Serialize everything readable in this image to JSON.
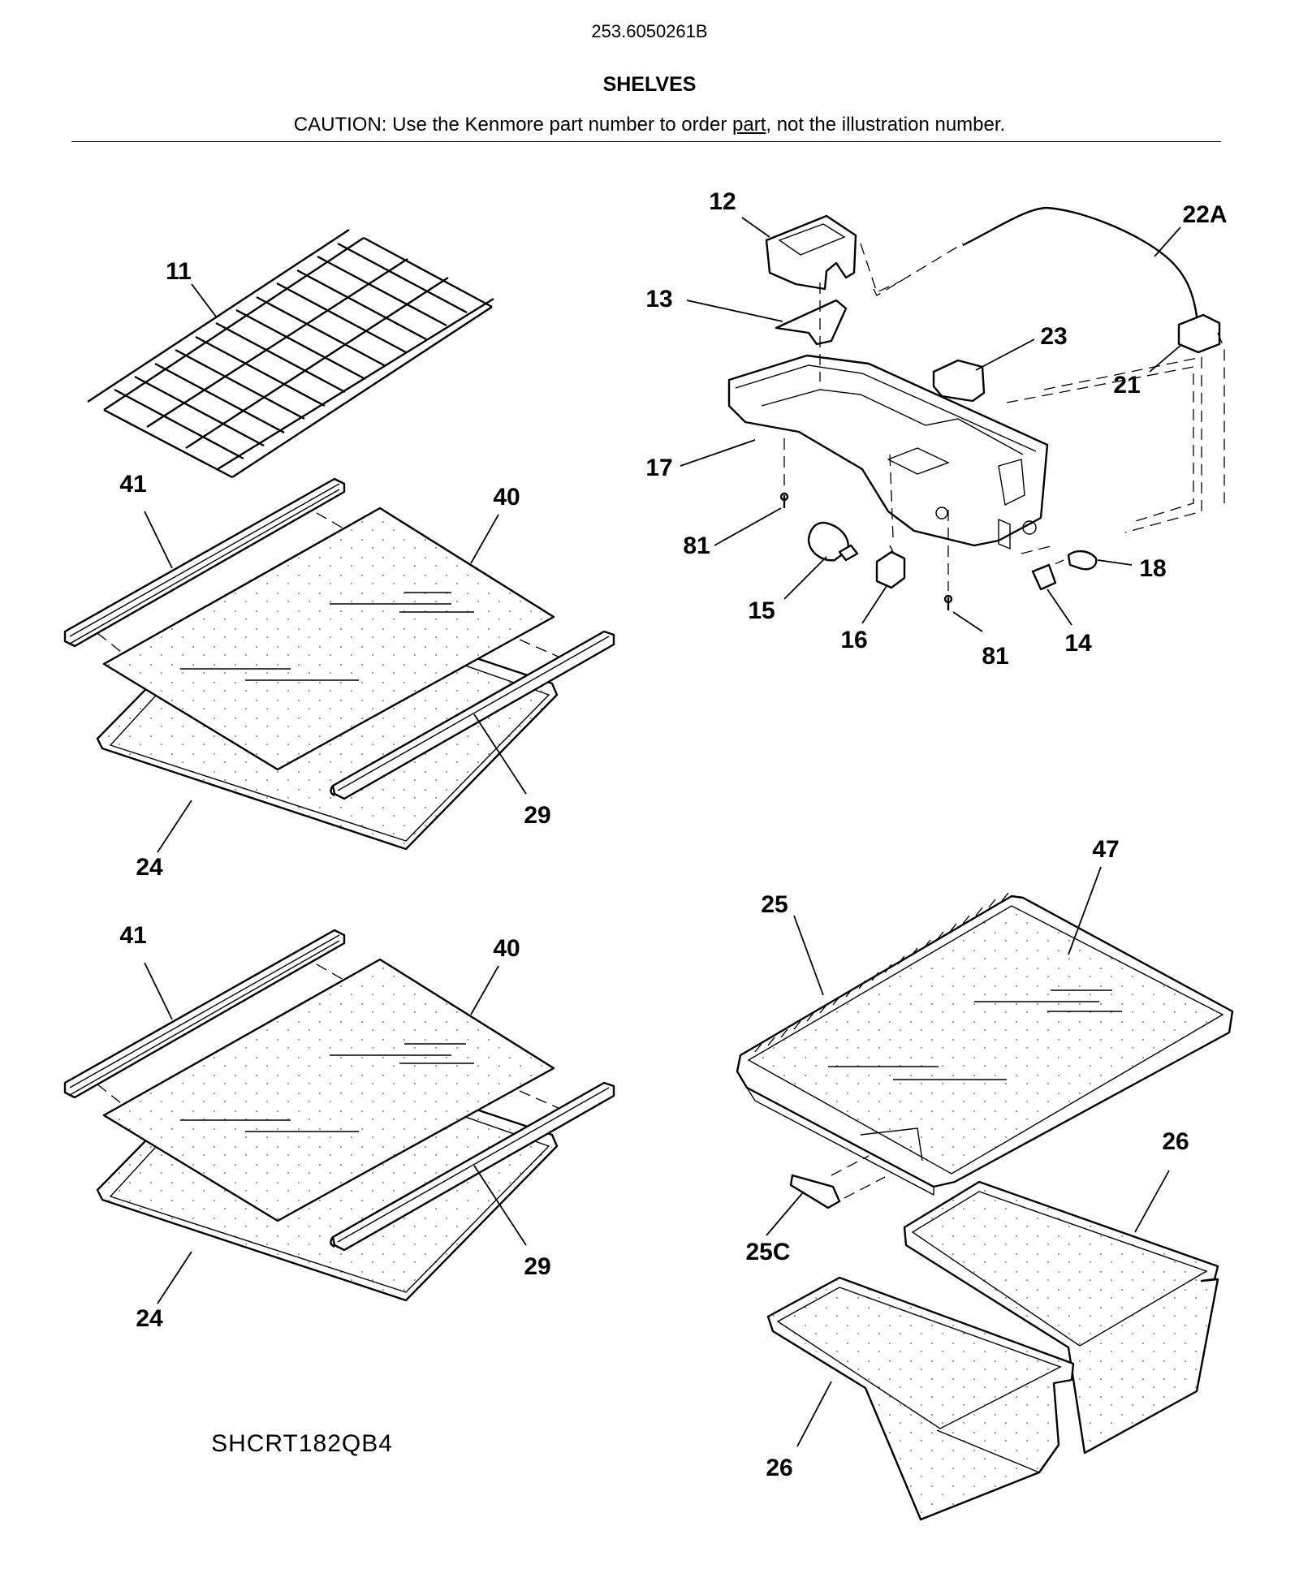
{
  "header": {
    "doc_number": "253.6050261B",
    "title": "SHELVES",
    "caution_prefix": "CAUTION: Use the Kenmore part number to order ",
    "caution_link": "part",
    "caution_suffix": ", not the illustration number."
  },
  "model": "SHCRT182QB4",
  "callouts": {
    "c11": "11",
    "c41a": "41",
    "c40a": "40",
    "c29a": "29",
    "c24a": "24",
    "c41b": "41",
    "c40b": "40",
    "c29b": "29",
    "c24b": "24",
    "c12": "12",
    "c13": "13",
    "c17": "17",
    "c81a": "81",
    "c15": "15",
    "c16": "16",
    "c81b": "81",
    "c14": "14",
    "c18": "18",
    "c23": "23",
    "c21": "21",
    "c22a": "22A",
    "c25": "25",
    "c47": "47",
    "c25c": "25C",
    "c26a": "26",
    "c26b": "26"
  }
}
